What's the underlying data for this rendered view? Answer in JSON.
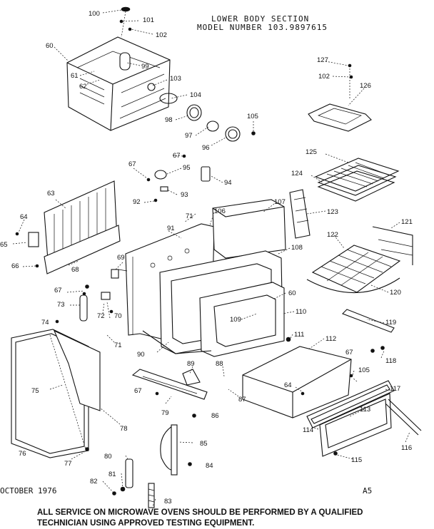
{
  "header": {
    "line1": "LOWER BODY SECTION",
    "line2": "MODEL NUMBER 103.9897615"
  },
  "footer": {
    "date": "OCTOBER 1976",
    "page": "A5",
    "notice_line1": "ALL SERVICE ON MICROWAVE OVENS SHOULD BE PERFORMED BY A QUALIFIED",
    "notice_line2": "TECHNICIAN USING APPROVED TESTING EQUIPMENT."
  },
  "part_numbers": {
    "p60": "60",
    "p61": "61",
    "p62": "62",
    "p63": "63",
    "p64": "64",
    "p65": "65",
    "p66": "66",
    "p67": "67",
    "p68": "68",
    "p69": "69",
    "p70": "70",
    "p71": "71",
    "p72": "72",
    "p73": "73",
    "p74": "74",
    "p75": "75",
    "p76": "76",
    "p77": "77",
    "p78": "78",
    "p79": "79",
    "p80": "80",
    "p81": "81",
    "p82": "82",
    "p83": "83",
    "p84": "84",
    "p85": "85",
    "p86": "86",
    "p87": "87",
    "p88": "88",
    "p89": "89",
    "p90": "90",
    "p91": "91",
    "p92": "92",
    "p93": "93",
    "p94": "94",
    "p95": "95",
    "p96": "96",
    "p97": "97",
    "p98": "98",
    "p99": "99",
    "p100": "100",
    "p101": "101",
    "p102": "102",
    "p103": "103",
    "p104": "104",
    "p105": "105",
    "p106": "106",
    "p107": "107",
    "p108": "108",
    "p109": "109",
    "p110": "110",
    "p111": "111",
    "p112": "112",
    "p113": "113",
    "p114": "114",
    "p115": "115",
    "p116": "116",
    "p117": "117",
    "p118": "118",
    "p119": "119",
    "p120": "120",
    "p121": "121",
    "p122": "122",
    "p123": "123",
    "p124": "124",
    "p125": "125",
    "p126": "126",
    "p127": "127"
  }
}
